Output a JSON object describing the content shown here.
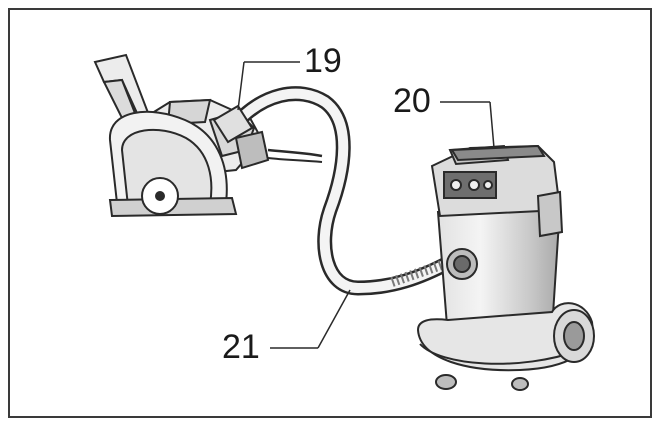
{
  "figure": {
    "callouts": [
      {
        "id": "19",
        "label": "19"
      },
      {
        "id": "20",
        "label": "20"
      },
      {
        "id": "21",
        "label": "21"
      }
    ],
    "colors": {
      "stroke": "#2a2a2a",
      "fill_light": "#ececec",
      "fill_mid": "#cfcfcf",
      "fill_dark": "#8a8a8a",
      "frame": "#3a3a3a"
    }
  }
}
